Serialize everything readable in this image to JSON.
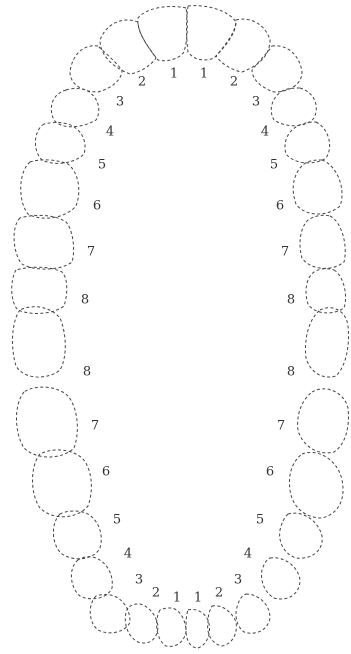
{
  "colors": {
    "outline": "#444444",
    "numbers": "#333333",
    "background": "#ffffff"
  },
  "upper_arch": {
    "right_side": [
      "1",
      "2",
      "3",
      "4",
      "5",
      "6",
      "7",
      "8"
    ],
    "left_side": [
      "1",
      "2",
      "3",
      "4",
      "5",
      "6",
      "7",
      "8"
    ]
  },
  "lower_arch": {
    "right_side": [
      "1",
      "2",
      "3",
      "4",
      "5",
      "6",
      "7",
      "8"
    ],
    "left_side": [
      "1",
      "2",
      "3",
      "4",
      "5",
      "6",
      "7",
      "8"
    ]
  }
}
